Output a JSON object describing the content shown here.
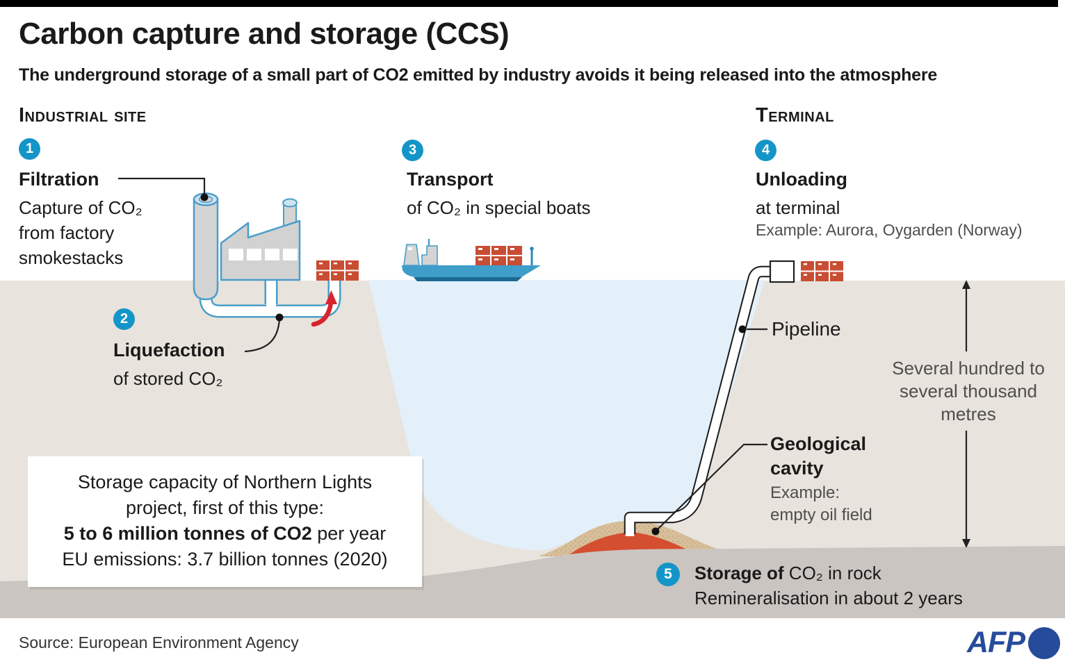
{
  "header": {
    "title": "Carbon capture and storage (CCS)",
    "subtitle": "The underground storage of a small part of CO2 emitted by industry avoids it being released into the atmosphere"
  },
  "sections": {
    "industrial": "Industrial site",
    "terminal": "Terminal"
  },
  "steps": {
    "s1": {
      "num": "1",
      "title": "Filtration",
      "line1": "Capture of CO₂",
      "line2": "from factory",
      "line3": "smokestacks"
    },
    "s2": {
      "num": "2",
      "title": "Liquefaction",
      "line1": "of stored CO₂"
    },
    "s3": {
      "num": "3",
      "title": "Transport",
      "line1": "of CO₂ in special boats"
    },
    "s4": {
      "num": "4",
      "title": "Unloading",
      "line1": "at terminal",
      "example": "Example: Aurora, Oygarden (Norway)"
    },
    "s5": {
      "num": "5",
      "title_bold": "Storage of",
      "title_rest": " CO₂ in rock",
      "line2": "Remineralisation in about 2 years"
    }
  },
  "labels": {
    "pipeline": "Pipeline",
    "cavity_line1": "Geological",
    "cavity_line2": "cavity",
    "cavity_example_line1": "Example:",
    "cavity_example_line2": "empty oil field",
    "depth_line1": "Several hundred to",
    "depth_line2": "several thousand",
    "depth_line3": "metres"
  },
  "infobox": {
    "line1": "Storage capacity of Northern Lights",
    "line2": "project, first of this type:",
    "line3_bold": "5 to 6 million tonnes of CO2",
    "line3_rest": " per year",
    "line4": "EU emissions: 3.7 billion tonnes (2020)"
  },
  "footer": {
    "source": "Source: European Environment Agency",
    "logo": "AFP"
  },
  "colors": {
    "badge_blue": "#1495c8",
    "pipe_outline_blue": "#4a9ec9",
    "container_red": "#c94d33",
    "arrow_red": "#d7232e",
    "water": "#e3f0fa",
    "ground": "#e8e3dc",
    "seabed_band": "#cac5c1",
    "sand_mound": "#d8bf9b",
    "cavity_core_red": "#d44f30",
    "afp_blue": "#264b9b"
  }
}
